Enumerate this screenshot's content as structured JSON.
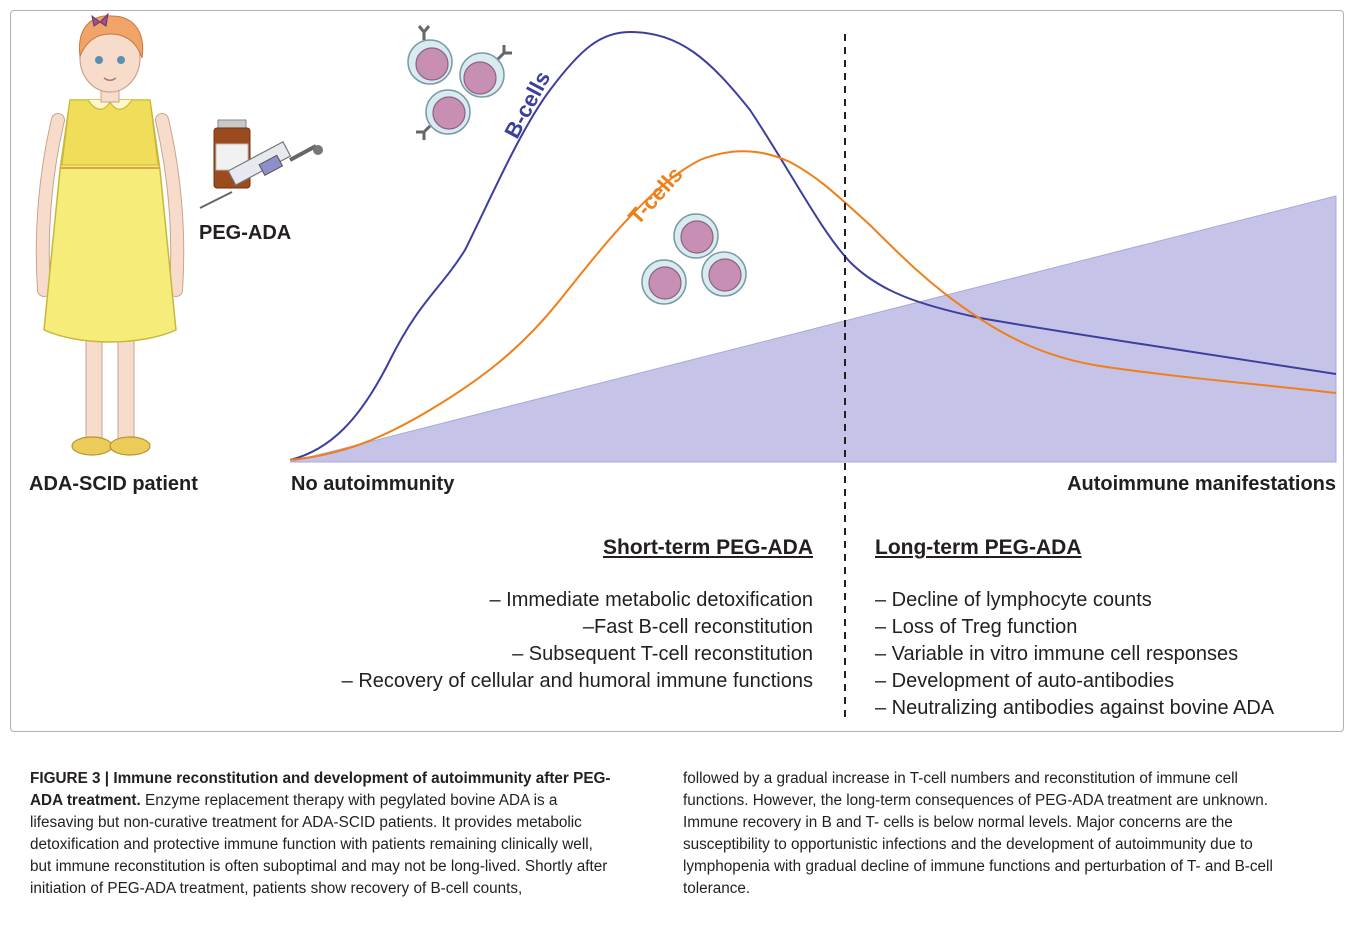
{
  "figure": {
    "patient_label": "ADA-SCID patient",
    "drug_label": "PEG-ADA",
    "curve_labels": {
      "b_cells": "B-cells",
      "t_cells": "T-cells"
    },
    "axis_left_label": "No autoimmunity",
    "axis_right_label": "Autoimmune manifestations",
    "colors": {
      "b_cells": "#3d3f9e",
      "t_cells": "#f07f1a",
      "autoimmunity_fill": "#c5c4e8",
      "cell_body": "#c88fb5",
      "dress": "#f5ec7a"
    },
    "short_term": {
      "heading": "Short-term PEG-ADA",
      "items": [
        "– Immediate metabolic detoxification",
        "–Fast B-cell reconstitution",
        "– Subsequent T-cell reconstitution",
        "– Recovery of cellular and humoral immune functions"
      ]
    },
    "long_term": {
      "heading": "Long-term PEG-ADA",
      "items": [
        "– Decline of lymphocyte counts",
        "– Loss of Treg function",
        "– Variable in vitro immune cell responses",
        "– Development of auto-antibodies",
        "– Neutralizing antibodies against bovine ADA"
      ]
    }
  },
  "caption": {
    "title": "FIGURE 3 | Immune reconstitution and development of autoimmunity after PEG-ADA treatment.",
    "col1_text": "Enzyme replacement therapy with pegylated bovine ADA is a lifesaving but non-curative treatment for ADA-SCID patients. It provides metabolic detoxification and protective immune function with patients remaining clinically well, but immune reconstitution is often suboptimal and may not be long-lived. Shortly after initiation of PEG-ADA treatment, patients show recovery of B-cell counts,",
    "col2_text": "followed by a gradual increase in T-cell numbers and reconstitution of immune cell functions. However, the long-term consequences of PEG-ADA treatment are unknown. Immune recovery in B and T- cells is below normal levels. Major concerns are the susceptibility to opportunistic infections and the development of autoimmunity due to lymphopenia with gradual decline of immune functions and perturbation of T- and B-cell tolerance."
  }
}
